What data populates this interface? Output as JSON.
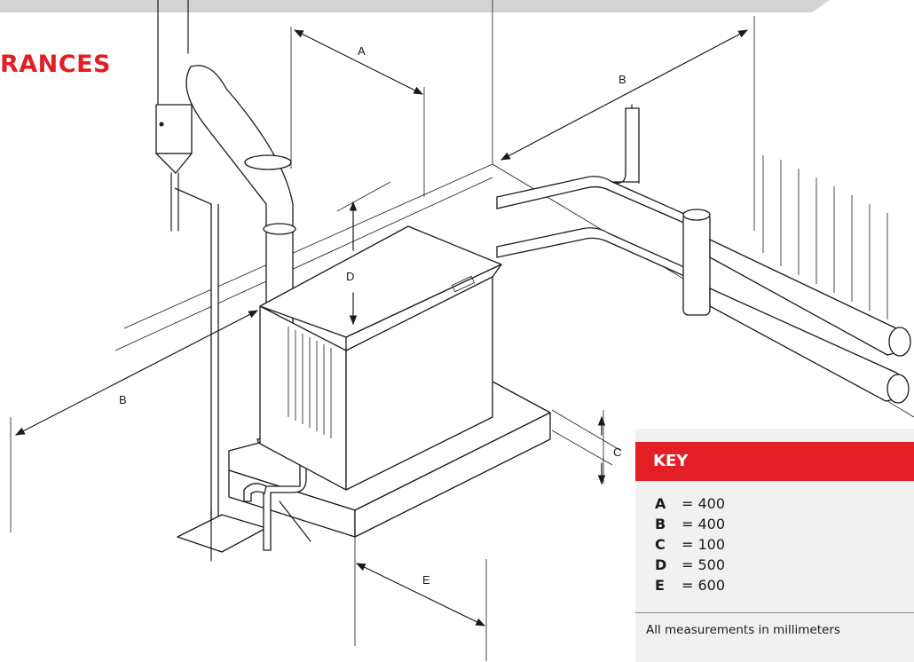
{
  "page": {
    "title": "RANCES",
    "accent_color": "#e31e24",
    "band_color": "#d4d4d6",
    "panel_color": "#f1f1f2"
  },
  "diagram": {
    "dimension_labels": {
      "A": "A",
      "B_top": "B",
      "B_left": "B",
      "C": "C",
      "D": "D",
      "E": "E"
    },
    "components": [
      "boiler-unit",
      "flue-pipe",
      "gas-meter",
      "base-plinth",
      "distribution-manifold",
      "heating-pipes",
      "condensate-trap",
      "floor-drain"
    ]
  },
  "key": {
    "title": "KEY",
    "items": [
      {
        "letter": "A",
        "value": "= 400"
      },
      {
        "letter": "B",
        "value": "= 400"
      },
      {
        "letter": "C",
        "value": "= 100"
      },
      {
        "letter": "D",
        "value": "= 500"
      },
      {
        "letter": "E",
        "value": "= 600"
      }
    ],
    "footnote": "All measurements in millimeters"
  }
}
